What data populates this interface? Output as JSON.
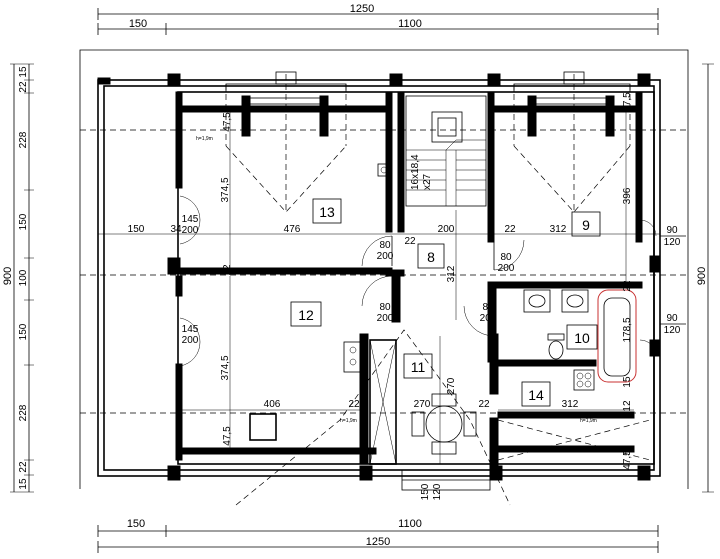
{
  "dimensions": {
    "top_total": "1250",
    "top_left": "150",
    "top_right": "1100",
    "bottom_left": "150",
    "bottom_right": "1100",
    "bottom_total": "1250",
    "left_total": "900",
    "right_total": "900",
    "left_chain": [
      "15",
      "22",
      "228",
      "150",
      "100",
      "150",
      "228",
      "22",
      "15"
    ],
    "right_chain": [
      "90",
      "120",
      "90",
      "120"
    ]
  },
  "rooms": [
    {
      "id": "13",
      "label": "13"
    },
    {
      "id": "9",
      "label": "9"
    },
    {
      "id": "8",
      "label": "8"
    },
    {
      "id": "12",
      "label": "12"
    },
    {
      "id": "10",
      "label": "10"
    },
    {
      "id": "11",
      "label": "11"
    },
    {
      "id": "14",
      "label": "14"
    }
  ],
  "interior_dims": {
    "d150": "150",
    "d34": "34",
    "d476": "476",
    "d200": "200",
    "d312a": "312",
    "d22a": "22",
    "d22b": "22",
    "d12": "12",
    "d3745a": "374,5",
    "d3745b": "374,5",
    "d475a": "47,5",
    "d475b": "47,5",
    "d475c": "47,5",
    "d475d": "47,5",
    "d406": "406",
    "d22c": "22",
    "d270a": "270",
    "d270b": "270",
    "d22d": "22",
    "d312b": "312",
    "d312v": "312",
    "d396": "396",
    "d1785": "178,5",
    "d15": "15",
    "d150b": "150",
    "d120": "120",
    "d12b": "12",
    "d22e": "22"
  },
  "openings": [
    {
      "w": "145",
      "h": "200"
    },
    {
      "w": "145",
      "h": "200"
    },
    {
      "w": "80",
      "h": "200"
    },
    {
      "w": "80",
      "h": "200"
    },
    {
      "w": "80",
      "h": "200"
    },
    {
      "w": "80",
      "h": "200"
    }
  ],
  "annotations": {
    "stair": "16x18,4",
    "stair2": "x27",
    "h1": "h=1,9m",
    "h2": "h=1,9m",
    "h3": "h=1,9m"
  }
}
